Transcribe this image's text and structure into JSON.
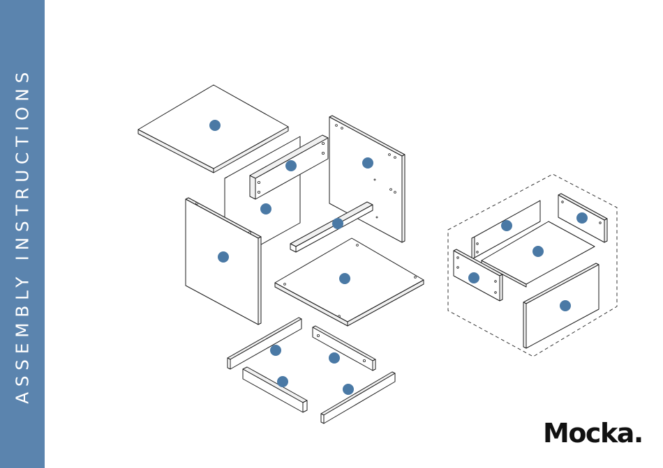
{
  "sidebar": {
    "title": "ASSEMBLY INSTRUCTIONS",
    "color": "#5b84ae"
  },
  "brand": {
    "logo_text": "Mocka."
  },
  "parts": [
    "top-panel",
    "back-panel",
    "back-rail",
    "right-side-panel",
    "left-side-panel",
    "center-rail",
    "bottom-panel",
    "base-rail-front-left",
    "base-rail-front-right",
    "base-rail-back-left",
    "base-rail-back-right",
    "drawer-back",
    "drawer-side-right",
    "drawer-bottom",
    "drawer-side-left",
    "drawer-front"
  ],
  "marker_color": "#4a79a5"
}
